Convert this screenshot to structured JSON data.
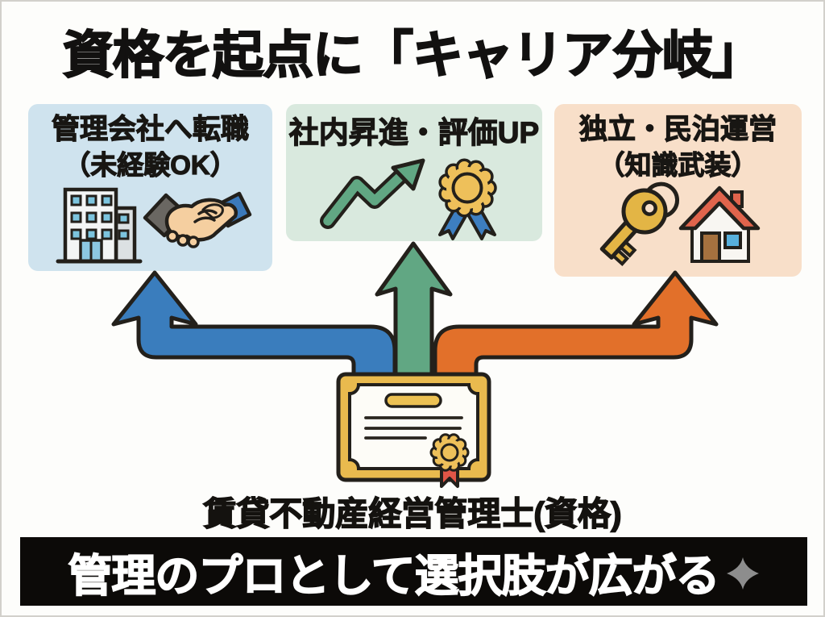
{
  "title": "資格を起点に「キャリア分岐」",
  "branches": [
    {
      "id": "job-change",
      "label_line1": "管理会社へ転職",
      "label_line2": "（未経験OK）",
      "icons": [
        "office-building-icon",
        "handshake-icon"
      ],
      "arrow": "blue-elbow-arrow"
    },
    {
      "id": "promotion",
      "label_line1": "社内昇進・評価UP",
      "label_line2": "",
      "icons": [
        "growth-arrow-icon",
        "medal-icon"
      ],
      "arrow": "green-straight-arrow"
    },
    {
      "id": "independence",
      "label_line1": "独立・民泊運営",
      "label_line2": "（知識武装）",
      "icons": [
        "key-icon",
        "house-icon"
      ],
      "arrow": "orange-elbow-arrow"
    }
  ],
  "qualification": {
    "label": "賃貸不動産経営管理士(資格)",
    "icon": "certificate-icon"
  },
  "footer": {
    "text": "管理のプロとして選択肢が広がる",
    "icon": "sparkle-icon"
  },
  "colors": {
    "arrow_blue": "#3a7dbd",
    "arrow_green": "#61a783",
    "arrow_orange": "#e2702a",
    "box_blue": "#cfe3ee",
    "box_green": "#d9e9de",
    "box_orange": "#f8dfc9",
    "outline": "#23201b",
    "certificate_gold": "#e9ba4e",
    "medal_gold": "#eec05a",
    "ribbon_blue": "#3d7ec0",
    "seal_red": "#e05647",
    "key_gold": "#e3b545",
    "roof_red": "#e0644c",
    "window_blue": "#7cc4de",
    "footer_bg": "#0c0a08",
    "sparkle_gray": "#8d8d8d"
  }
}
